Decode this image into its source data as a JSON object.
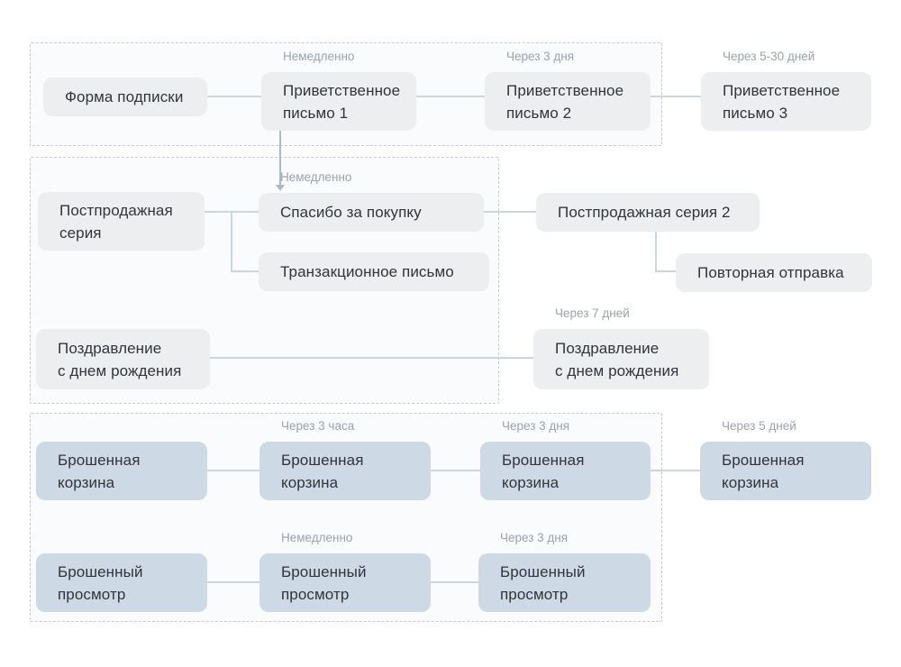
{
  "diagram": {
    "title": "",
    "colors": {
      "box_grey": "#edeef0",
      "box_blue": "#cdd9e5",
      "node_text": "#31343a",
      "label_text": "#9ca3ab",
      "connector": "#ccd4dd",
      "arrow": "#aeb9c6",
      "section_border": "#c9cdd2",
      "section_bg": "#fafbfc",
      "page_bg": "#ffffff"
    },
    "flows": [
      {
        "name": "welcome-series",
        "nodes": [
          {
            "text": "Форма подписки"
          },
          {
            "text": "Приветственное\nписьмо 1",
            "delay": "Немедленно"
          },
          {
            "text": "Приветственное\nписьмо 2",
            "delay": "Через 3 дня"
          },
          {
            "text": "Приветственное\nписьмо 3",
            "delay": "Через 5-30 дней"
          }
        ]
      },
      {
        "name": "post-purchase-series",
        "nodes": [
          {
            "text": "Постпродажная\nсерия"
          },
          {
            "text": "Спасибо за покупку",
            "delay": "Немедленно"
          },
          {
            "text": "Транзакционное письмо"
          },
          {
            "text": "Постпродажная серия 2"
          },
          {
            "text": "Повторная отправка"
          }
        ]
      },
      {
        "name": "birthday-series",
        "nodes": [
          {
            "text": "Поздравление\nс днем рождения"
          },
          {
            "text": "Поздравление\nс днем рождения",
            "delay": "Через 7 дней"
          }
        ]
      },
      {
        "name": "abandoned-cart-series",
        "nodes": [
          {
            "text": "Брошенная\nкорзина"
          },
          {
            "text": "Брошенная\nкорзина",
            "delay": "Через 3 часа"
          },
          {
            "text": "Брошенная\nкорзина",
            "delay": "Через 3 дня"
          },
          {
            "text": "Брошенная\nкорзина",
            "delay": "Через 5 дней"
          }
        ]
      },
      {
        "name": "abandoned-view-series",
        "nodes": [
          {
            "text": "Брошенный\nпросмотр"
          },
          {
            "text": "Брошенный\nпросмотр",
            "delay": "Немедленно"
          },
          {
            "text": "Брошенный\nпросмотр",
            "delay": "Через 3 дня"
          }
        ]
      }
    ]
  }
}
